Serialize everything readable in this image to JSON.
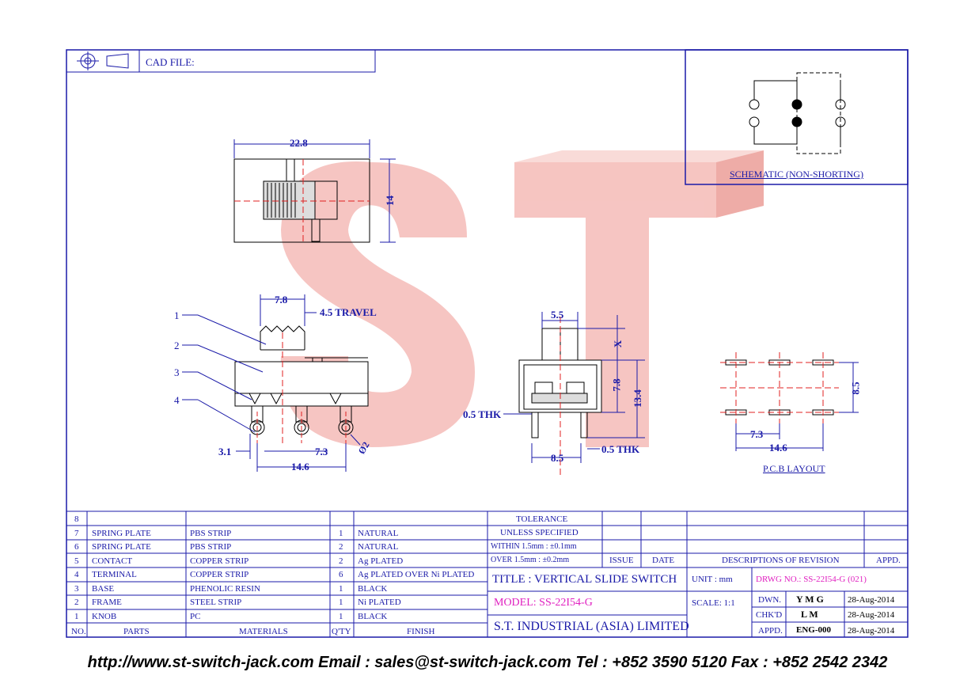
{
  "header": {
    "cad_label": "CAD FILE:"
  },
  "schematic": {
    "caption": "SCHEMATIC (NON-SHORTING)"
  },
  "dims": {
    "top_width": "22.8",
    "top_height": "14",
    "knob_width": "7.8",
    "travel": "4.5 TRAVEL",
    "pin_offset": "3.1",
    "pin_pitch": "7.3",
    "pin_span": "14.6",
    "hole_dia": "Ø2",
    "side_knob": "5.5",
    "side_x": "X",
    "side_body": "7.8",
    "side_total": "13.4",
    "thk_left": "0.5 THK",
    "thk_right": "0.5 THK",
    "side_base": "8.5",
    "pcb_pitch": "7.3",
    "pcb_span": "14.6",
    "pcb_height": "8.5"
  },
  "callouts": [
    "1",
    "2",
    "3",
    "4"
  ],
  "pcb": {
    "caption": "P.C.B LAYOUT"
  },
  "bom": {
    "rows": [
      {
        "no": "8",
        "part": "",
        "material": "",
        "qty": "",
        "finish": ""
      },
      {
        "no": "7",
        "part": "SPRING PLATE",
        "material": "PBS STRIP",
        "qty": "1",
        "finish": "NATURAL"
      },
      {
        "no": "6",
        "part": "SPRING PLATE",
        "material": "PBS STRIP",
        "qty": "2",
        "finish": "NATURAL"
      },
      {
        "no": "5",
        "part": "CONTACT",
        "material": "COPPER STRIP",
        "qty": "2",
        "finish": "Ag PLATED"
      },
      {
        "no": "4",
        "part": "TERMINAL",
        "material": "COPPER STRIP",
        "qty": "6",
        "finish": "Ag PLATED OVER Ni PLATED"
      },
      {
        "no": "3",
        "part": "BASE",
        "material": "PHENOLIC RESIN",
        "qty": "1",
        "finish": "BLACK"
      },
      {
        "no": "2",
        "part": "FRAME",
        "material": "STEEL STRIP",
        "qty": "1",
        "finish": "Ni PLATED"
      },
      {
        "no": "1",
        "part": "KNOB",
        "material": "PC",
        "qty": "1",
        "finish": "BLACK"
      }
    ],
    "headers": {
      "no": "NO.",
      "part": "PARTS",
      "material": "MATERIALS",
      "qty": "Q'TY",
      "finish": "FINISH"
    }
  },
  "title_block": {
    "tolerance_1": "TOLERANCE",
    "tolerance_2": "UNLESS  SPECIFIED",
    "within": "WITHIN  1.5mm : ±0.1mm",
    "over": "OVER    1.5mm : ±0.2mm",
    "issue": "ISSUE",
    "date": "DATE",
    "descriptions": "DESCRIPTIONS  OF  REVISION",
    "appd": "APPD.",
    "title": "TITLE : VERTICAL SLIDE SWITCH",
    "unit": "UNIT :   mm",
    "drwg": "DRWG NO.: SS-22I54-G (021)",
    "model": "MODEL: SS-22I54-G",
    "scale": "SCALE:  1:1",
    "dwn_label": "DWN.",
    "dwn": "Y M G",
    "dwn_date": "28-Aug-2014",
    "chk_label": "CHK'D",
    "chk": "L M",
    "chk_date": "28-Aug-2014",
    "appd_label": "APPD.",
    "appd_by": "ENG-000",
    "appd_date": "28-Aug-2014",
    "company": "S.T.  INDUSTRIAL  (ASIA)  LIMITED"
  },
  "watermark": {
    "text": "ST",
    "color": "#f0a9a4"
  },
  "footer": {
    "text": "http://www.st-switch-jack.com  Email : sales@st-switch-jack.com  Tel : +852 3590 5120  Fax : +852 2542 2342"
  },
  "colors": {
    "line": "#1a1aa8",
    "red": "#e02020",
    "magenta": "#e020c0"
  }
}
